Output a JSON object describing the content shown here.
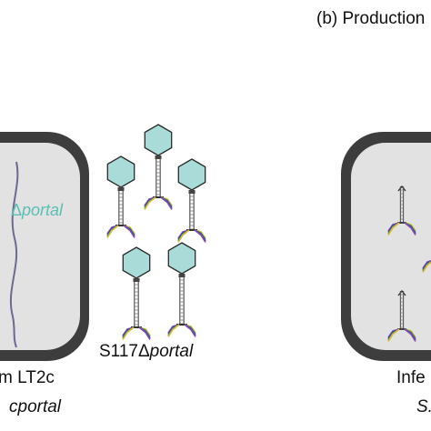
{
  "panel_b": {
    "title": "(b) Production"
  },
  "left_cell": {
    "deletion_label_symbol": "Δ",
    "deletion_label_gene": "portal",
    "strain_line1": "m LT2c",
    "strain_line2": "cportal"
  },
  "phage_group": {
    "label_prefix": "S117Δ",
    "label_gene": "portal"
  },
  "right_cell": {
    "caption_line1": "Infe",
    "caption_line2": "S."
  },
  "colors": {
    "cell_wall": "#3d3d3d",
    "cytoplasm": "#e2e2e2",
    "capsid_fill": "#a9dcd8",
    "capsid_stroke": "#2a2a2a",
    "deletion_label": "#5bbfb4",
    "tail_fiber_blue": "#3b3fae",
    "tail_fiber_green": "#3a9a4a",
    "tail_fiber_purple": "#8a4bb0",
    "tail_fiber_yellow": "#e0b630"
  }
}
